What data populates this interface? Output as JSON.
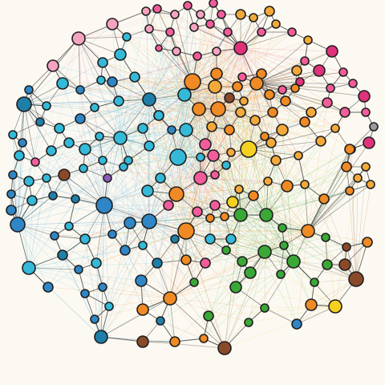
{
  "graph": {
    "background": "#fbf9f2",
    "edge_color": "#3a3a3a",
    "palette": {
      "cyan": "#35b9d8",
      "blue": "#2f86c6",
      "teal": "#1f7fa8",
      "orange": "#f08a24",
      "amber": "#f3a93a",
      "yellow": "#f4d020",
      "pink": "#f25c9a",
      "lightpink": "#f4a3c0",
      "magenta": "#e0327a",
      "green": "#3aa836",
      "brown": "#8a4a2a",
      "purple": "#8b5ab8",
      "gray": "#9a9a9a"
    },
    "cluster_hues": [
      "cyan",
      "blue",
      "orange",
      "pink",
      "green",
      "brown"
    ]
  }
}
